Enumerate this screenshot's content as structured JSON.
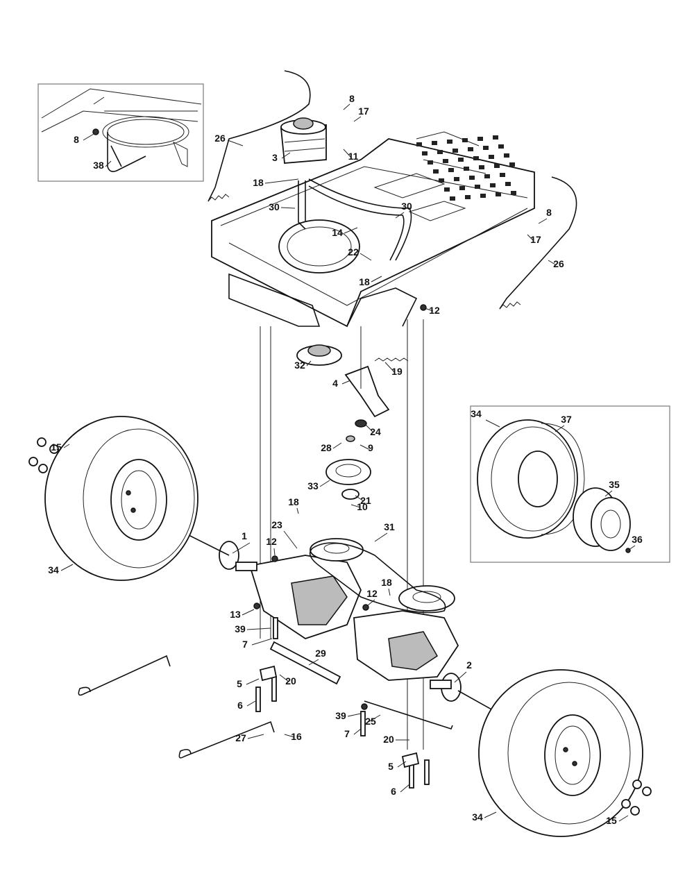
{
  "callouts": [
    {
      "id": "c1",
      "label": "1"
    },
    {
      "id": "c2",
      "label": "2"
    },
    {
      "id": "c3",
      "label": "3"
    },
    {
      "id": "c4",
      "label": "4"
    },
    {
      "id": "c5a",
      "label": "5"
    },
    {
      "id": "c5b",
      "label": "5"
    },
    {
      "id": "c6a",
      "label": "6"
    },
    {
      "id": "c6b",
      "label": "6"
    },
    {
      "id": "c7a",
      "label": "7"
    },
    {
      "id": "c7b",
      "label": "7"
    },
    {
      "id": "c8a",
      "label": "8"
    },
    {
      "id": "c8b",
      "label": "8"
    },
    {
      "id": "c8c",
      "label": "8"
    },
    {
      "id": "c9",
      "label": "9"
    },
    {
      "id": "c10",
      "label": "10"
    },
    {
      "id": "c11",
      "label": "11"
    },
    {
      "id": "c12a",
      "label": "12"
    },
    {
      "id": "c12b",
      "label": "12"
    },
    {
      "id": "c12c",
      "label": "12"
    },
    {
      "id": "c13",
      "label": "13"
    },
    {
      "id": "c14",
      "label": "14"
    },
    {
      "id": "c15a",
      "label": "15"
    },
    {
      "id": "c15b",
      "label": "15"
    },
    {
      "id": "c16",
      "label": "16"
    },
    {
      "id": "c17a",
      "label": "17"
    },
    {
      "id": "c17b",
      "label": "17"
    },
    {
      "id": "c18a",
      "label": "18"
    },
    {
      "id": "c18b",
      "label": "18"
    },
    {
      "id": "c18c",
      "label": "18"
    },
    {
      "id": "c18d",
      "label": "18"
    },
    {
      "id": "c19",
      "label": "19"
    },
    {
      "id": "c20a",
      "label": "20"
    },
    {
      "id": "c20b",
      "label": "20"
    },
    {
      "id": "c21",
      "label": "21"
    },
    {
      "id": "c22",
      "label": "22"
    },
    {
      "id": "c23",
      "label": "23"
    },
    {
      "id": "c24",
      "label": "24"
    },
    {
      "id": "c25",
      "label": "25"
    },
    {
      "id": "c26a",
      "label": "26"
    },
    {
      "id": "c26b",
      "label": "26"
    },
    {
      "id": "c27",
      "label": "27"
    },
    {
      "id": "c28",
      "label": "28"
    },
    {
      "id": "c29",
      "label": "29"
    },
    {
      "id": "c30a",
      "label": "30"
    },
    {
      "id": "c30b",
      "label": "30"
    },
    {
      "id": "c31",
      "label": "31"
    },
    {
      "id": "c32",
      "label": "32"
    },
    {
      "id": "c33",
      "label": "33"
    },
    {
      "id": "c34a",
      "label": "34"
    },
    {
      "id": "c34b",
      "label": "34"
    },
    {
      "id": "c34c",
      "label": "34"
    },
    {
      "id": "c35",
      "label": "35"
    },
    {
      "id": "c36",
      "label": "36"
    },
    {
      "id": "c37",
      "label": "37"
    },
    {
      "id": "c38",
      "label": "38"
    },
    {
      "id": "c39a",
      "label": "39"
    },
    {
      "id": "c39b",
      "label": "39"
    }
  ]
}
